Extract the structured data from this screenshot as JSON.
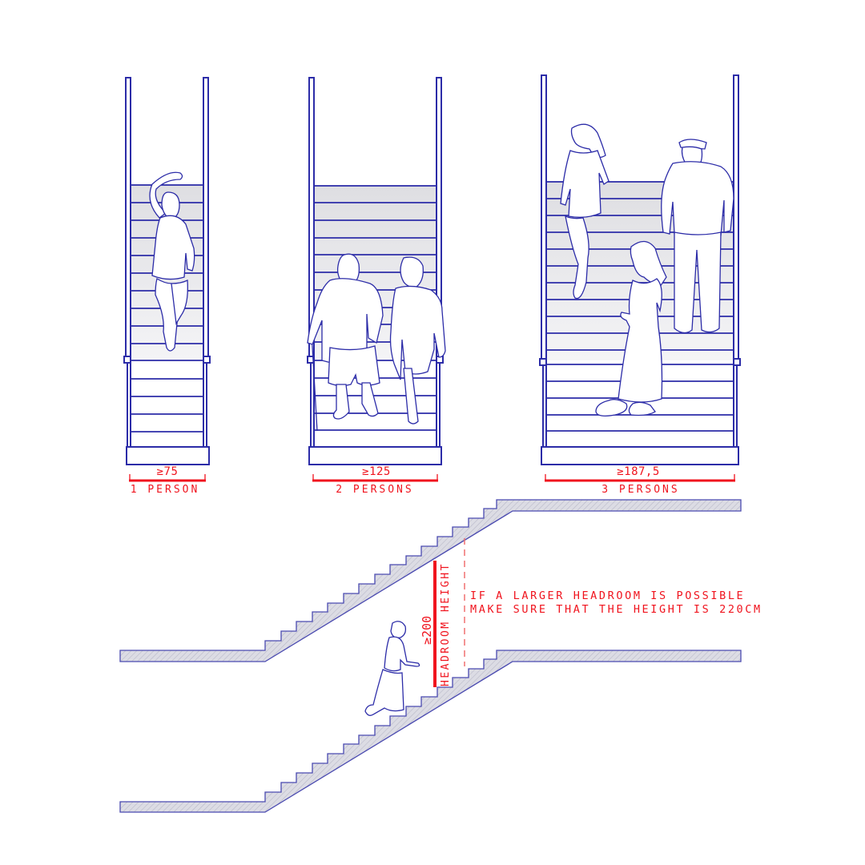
{
  "colors": {
    "line": "#2c2ca8",
    "tread_fill": "#e6e6ea",
    "slab_fill": "#d9d9e3",
    "dimension": "#f0141e",
    "background": "#ffffff"
  },
  "plans": [
    {
      "id": "one",
      "width_label": "≥75",
      "caption": "1 PERSON",
      "figures": [
        "woman-arm-raised"
      ]
    },
    {
      "id": "two",
      "width_label": "≥125",
      "caption": "2 PERSONS",
      "figures": [
        "man-with-cane",
        "woman-holding-hands"
      ]
    },
    {
      "id": "three",
      "width_label": "≥187,5",
      "caption": "3 PERSONS",
      "figures": [
        "woman-leaning",
        "man-with-cap",
        "woman-long-dress"
      ]
    }
  ],
  "section": {
    "headroom_value": "≥200",
    "headroom_label": "HEADROOM HEIGHT",
    "note_line1": "IF A LARGER HEADROOM IS POSSIBLE",
    "note_line2": "MAKE SURE THAT THE HEIGHT IS 220CM",
    "figure": "elderly-woman-climbing"
  }
}
